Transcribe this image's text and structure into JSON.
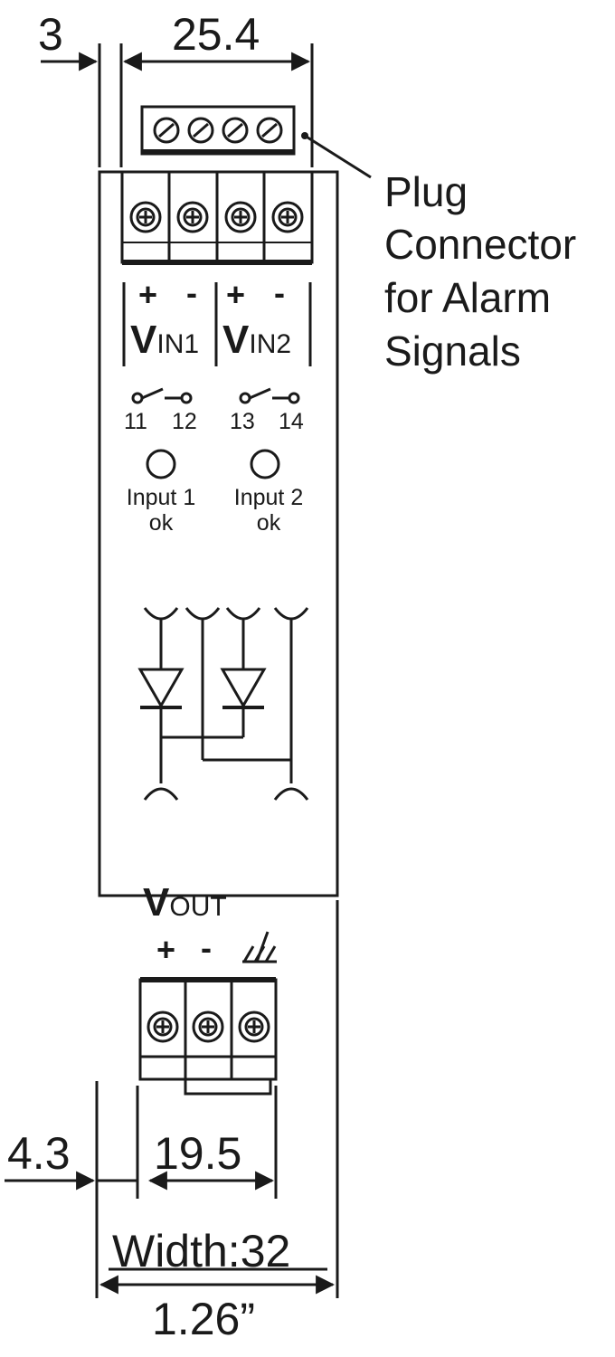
{
  "dimensions": {
    "offset_top": "3",
    "plug_width": "25.4",
    "offset_bottom": "4.3",
    "terminal_width": "19.5",
    "total_width": "Width:32",
    "total_width_inch": "1.26”"
  },
  "callout": {
    "line1": "Plug",
    "line2": "Connector",
    "line3": "for Alarm",
    "line4": "Signals"
  },
  "input_terminals": {
    "plus_1": "+",
    "minus_1": "-",
    "plus_2": "+",
    "minus_2": "-",
    "vin1_main": "V",
    "vin1_sub": "IN1",
    "vin2_main": "V",
    "vin2_sub": "IN2"
  },
  "relays": {
    "contact_a": "11",
    "contact_b": "12",
    "contact_c": "13",
    "contact_d": "14"
  },
  "leds": {
    "led1_line1": "Input 1",
    "led1_line2": "ok",
    "led2_line1": "Input 2",
    "led2_line2": "ok"
  },
  "output": {
    "vout_main": "V",
    "vout_sub": "OUT",
    "plus": "+",
    "minus": "-",
    "ground_icon": "chassis-ground-icon"
  },
  "colors": {
    "ink": "#1a1a1a",
    "background": "#ffffff"
  }
}
